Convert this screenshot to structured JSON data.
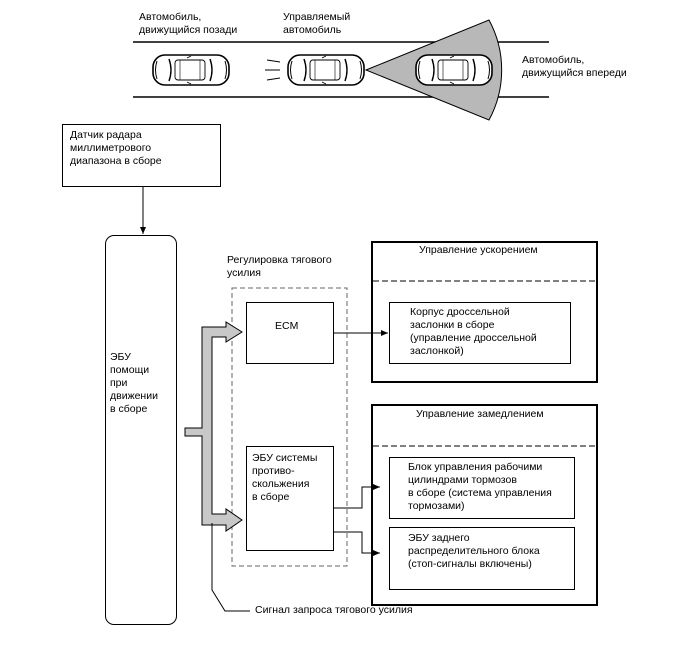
{
  "scene": {
    "rear_vehicle_label": "Автомобиль,\nдвижущийся позади",
    "controlled_vehicle_label": "Управляемый\nавтомобиль",
    "front_vehicle_label": "Автомобиль,\nдвижущийся впереди"
  },
  "radar_sensor": {
    "label": "Датчик радара\nмиллиметрового\nдиапазона в сборе"
  },
  "driving_support_ecu": {
    "label": "ЭБУ\nпомощи\nпри\nдвижении\nв сборе"
  },
  "drive_force_control": {
    "title": "Регулировка тягового\nусилия",
    "ecm_label": "ECM",
    "skid_control_label": "ЭБУ системы\nпротиво-\nскольжения\nв сборе"
  },
  "acceleration_control": {
    "title": "Управление ускорением",
    "throttle_label": "Корпус дроссельной\nзаслонки в сборе\n(управление дроссельной\nзаслонкой)"
  },
  "deceleration_control": {
    "title": "Управление замедлением",
    "brake_actuator_label": "Блок управления рабочими\nцилиндрами тормозов\nв сборе (система управления\nтормозами)",
    "rear_junction_label": "ЭБУ заднего\nраспределительного блока\n(стоп-сигналы включены)"
  },
  "drive_force_request_label": "Сигнал запроса тягового усилия"
}
